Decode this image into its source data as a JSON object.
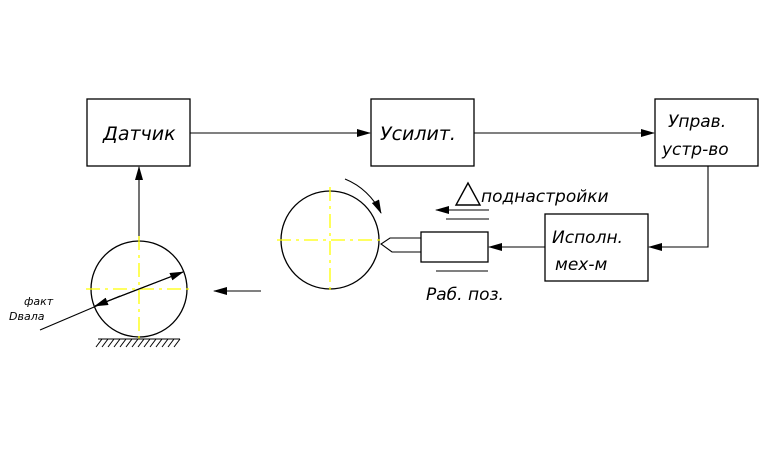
{
  "blocks": {
    "sensor": "Датчик",
    "amplifier": "Усилит.",
    "control_line1": "Управ.",
    "control_line2": "устр-во",
    "actuator_line1": "Исполн.",
    "actuator_line2": "мех-м"
  },
  "labels": {
    "adjustment": "поднастройки",
    "working_position": "Раб. поз.",
    "size_top": "факт",
    "size_bottom": "Dвала"
  },
  "colors": {
    "lines": "#000000",
    "center_lines": "#ffff00",
    "background": "#ffffff"
  }
}
